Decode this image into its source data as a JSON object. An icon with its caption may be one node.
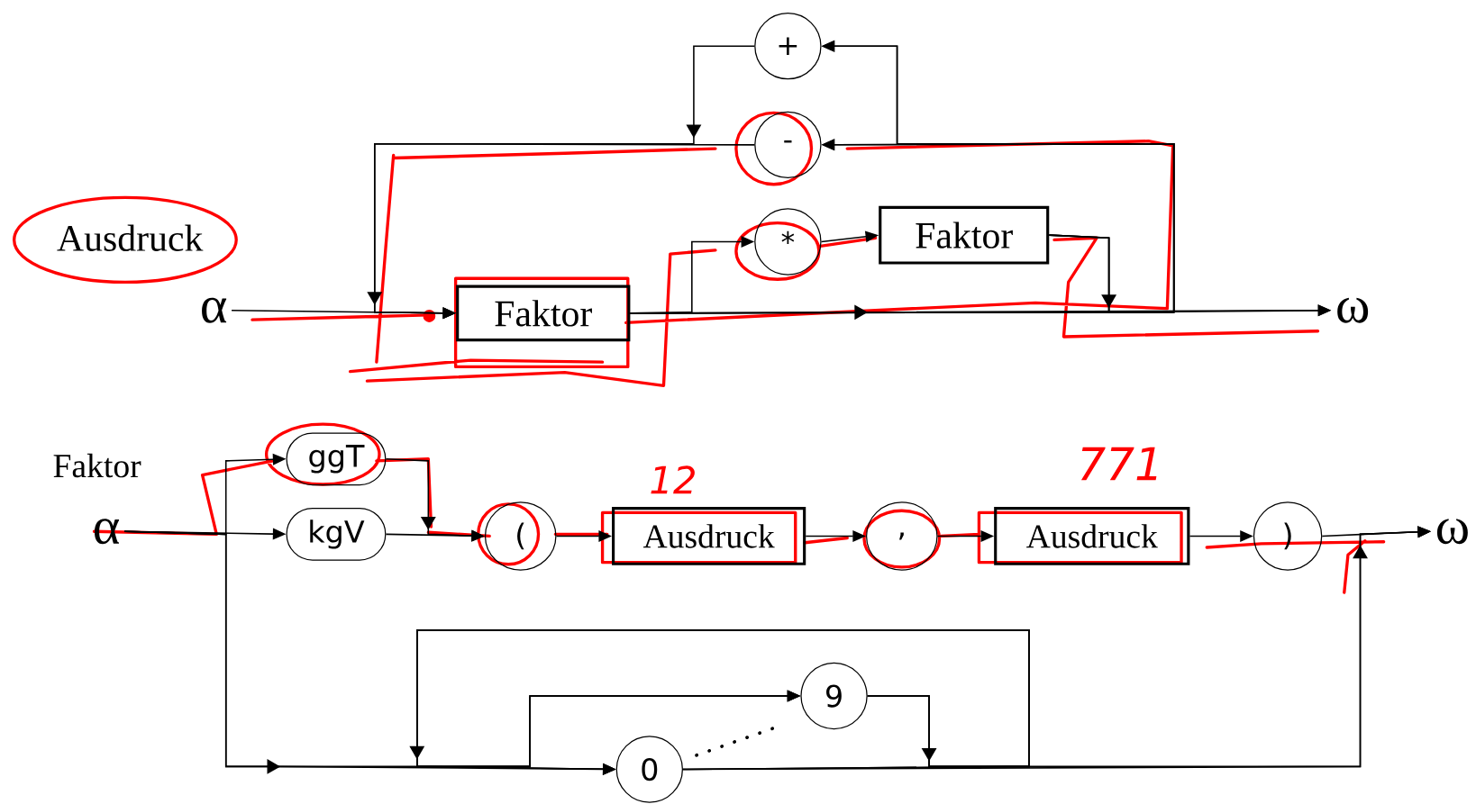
{
  "diagram": {
    "nodes": [
      {
        "text": [
          "α"
        ]
      },
      {
        "text": [
          "Faktor"
        ]
      },
      {
        "text": [
          "*"
        ]
      },
      {
        "text": [
          "Faktor"
        ]
      },
      {
        "text": [
          "-"
        ]
      },
      {
        "text": [
          "+"
        ]
      },
      {
        "text": [
          "ω"
        ]
      },
      {
        "text": [
          "α"
        ]
      },
      {
        "text": [
          "ggT"
        ]
      },
      {
        "text": [
          "kgV"
        ]
      },
      {
        "text": [
          "("
        ]
      },
      {
        "text": [
          "Ausdruck"
        ]
      },
      {
        "text": [
          ","
        ]
      },
      {
        "text": [
          "Ausdruck"
        ]
      },
      {
        "text": [
          ")"
        ]
      },
      {
        "text": [
          "ω"
        ]
      },
      {
        "text": [
          "0"
        ]
      },
      {
        "text": [
          "9"
        ]
      }
    ],
    "edges": [
      {
        "from": 0,
        "to": 1,
        "arrow": "to"
      },
      {
        "from": 1,
        "to": 6,
        "arrow": "to"
      },
      {
        "from": 1,
        "to": 2,
        "arrow": "to"
      },
      {
        "from": 2,
        "to": 3,
        "arrow": "to"
      },
      {
        "from": 3,
        "to": 6,
        "arrow": "to"
      },
      {
        "from": 1,
        "to": 4,
        "arrow": "to"
      },
      {
        "from": 3,
        "to": 4,
        "arrow": "to"
      },
      {
        "from": 1,
        "to": 5,
        "arrow": "to"
      },
      {
        "from": 3,
        "to": 5,
        "arrow": "to"
      },
      {
        "from": 4,
        "to": 1,
        "arrow": "to"
      },
      {
        "from": 5,
        "to": 1,
        "arrow": "to"
      },
      {
        "from": 7,
        "to": 8,
        "arrow": "to"
      },
      {
        "from": 7,
        "to": 9,
        "arrow": "to"
      },
      {
        "from": 7,
        "to": 16,
        "arrow": "to"
      },
      {
        "from": 7,
        "to": 17,
        "arrow": "to"
      },
      {
        "from": 8,
        "to": 10,
        "arrow": "to"
      },
      {
        "from": 9,
        "to": 10,
        "arrow": "to"
      },
      {
        "from": 10,
        "to": 11,
        "arrow": "to"
      },
      {
        "from": 11,
        "to": 12,
        "arrow": "to"
      },
      {
        "from": 12,
        "to": 13,
        "arrow": "to"
      },
      {
        "from": 13,
        "to": 14,
        "arrow": "to"
      },
      {
        "from": 14,
        "to": 15,
        "arrow": "to"
      },
      {
        "from": 16,
        "to": 15,
        "arrow": "to"
      },
      {
        "from": 17,
        "to": 15,
        "arrow": "to"
      },
      {
        "from": 16,
        "to": 16,
        "arrow": "to"
      },
      {
        "from": 16,
        "to": 17,
        "arrow": "to"
      },
      {
        "from": 17,
        "to": 16,
        "arrow": "to"
      },
      {
        "from": 17,
        "to": 17,
        "arrow": "to"
      }
    ],
    "labels": [
      "Ausdruck",
      "Faktor",
      "12",
      "771"
    ]
  }
}
